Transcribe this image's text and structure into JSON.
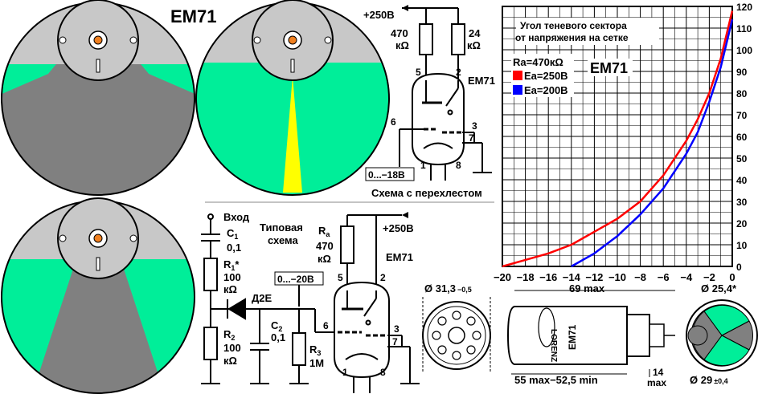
{
  "title": "EM71",
  "indicator_discs": [
    {
      "id": "disc-top-left",
      "mode": "open-sector"
    },
    {
      "id": "disc-top-right",
      "mode": "overlap-sector"
    },
    {
      "id": "disc-bottom-left",
      "mode": "wide-sector"
    }
  ],
  "colors": {
    "glow": "#00ee99",
    "shadow": "#808080",
    "cap": "#c8c8c8",
    "overlap": "#ffff00",
    "red": "#ff0000",
    "blue": "#0000ff",
    "grid": "#000000"
  },
  "top_schematic": {
    "supply": "+250В",
    "r1_value": "470",
    "r1_unit": "кΩ",
    "r2_value": "24",
    "r2_unit": "кΩ",
    "tube": "EM71",
    "pins": [
      "5",
      "2",
      "6",
      "3",
      "7",
      "1",
      "8"
    ],
    "grid_voltage": "0...−18В",
    "caption": "Схема с перехлестом"
  },
  "bottom_schematic": {
    "input_label": "Вход",
    "caption_line1": "Типовая",
    "caption_line2": "схема",
    "c1_name": "C",
    "c1_sub": "1",
    "c1_value": "0,1",
    "r1_name": "R",
    "r1_sub": "1",
    "r1_mark": "*",
    "r1_value": "100",
    "r1_unit": "кΩ",
    "r2_name": "R",
    "r2_sub": "2",
    "r2_value": "100",
    "r2_unit": "кΩ",
    "diode": "Д2Е",
    "grid_voltage": "0...−20В",
    "c2_name": "C",
    "c2_sub": "2",
    "c2_value": "0,1",
    "r3_name": "R",
    "r3_sub": "3",
    "r3_value": "1M",
    "ra_name": "R",
    "ra_sub": "a",
    "ra_value": "470",
    "ra_unit": "кΩ",
    "supply": "+250В",
    "tube": "EM71",
    "pins": [
      "5",
      "2",
      "6",
      "3",
      "7",
      "1",
      "8"
    ]
  },
  "dimensions": {
    "base_diameter": "Ø 31,3",
    "base_tol": "−0,5",
    "length_max": "69 max",
    "body_length": "55 max−52,5 min",
    "pins_length": "14",
    "pins_length_note": "max",
    "front_diameter": "Ø 25,4",
    "front_mark": "*",
    "bulb_diameter": "Ø 29",
    "bulb_tol": "±0,4",
    "brand": "LORENZ",
    "tube_label": "EM71"
  },
  "chart_data": {
    "type": "line",
    "title": "Угол теневого сектора от напряжения на сетке",
    "title_line1": "Угол теневого сектора",
    "title_line2": "от напряжения на сетке",
    "chart_label": "EM71",
    "condition": "Rа=470кΩ",
    "xlim": [
      -20,
      0
    ],
    "ylim": [
      0,
      120
    ],
    "xticks": [
      "−20",
      "−18",
      "−16",
      "−14",
      "−12",
      "−10",
      "−8",
      "−6",
      "−4",
      "−2",
      "0"
    ],
    "yticks": [
      "0",
      "10",
      "20",
      "30",
      "40",
      "50",
      "60",
      "70",
      "80",
      "90",
      "100",
      "110",
      "120"
    ],
    "grid": true,
    "legend_position": "top-left",
    "series": [
      {
        "name": "Eа=250В",
        "color": "#ff0000",
        "x": [
          -20,
          -18,
          -16,
          -14,
          -12,
          -10,
          -8,
          -6,
          -4,
          -3,
          -2,
          -1,
          0
        ],
        "y": [
          0,
          3,
          6,
          10,
          16,
          22,
          30,
          42,
          58,
          68,
          80,
          96,
          118
        ]
      },
      {
        "name": "Eа=200В",
        "color": "#0000ff",
        "x": [
          -14,
          -12,
          -10,
          -8,
          -6,
          -4,
          -3,
          -2,
          -1,
          0
        ],
        "y": [
          0,
          6,
          14,
          24,
          36,
          52,
          62,
          76,
          92,
          114
        ]
      }
    ]
  }
}
